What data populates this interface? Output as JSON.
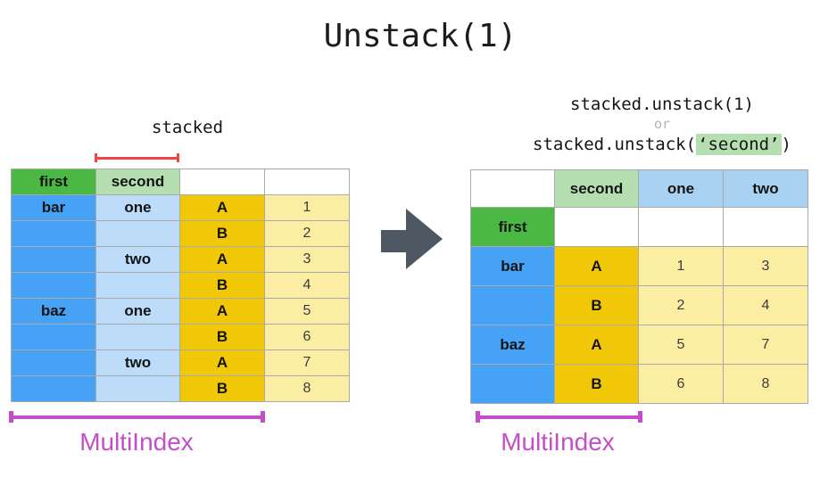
{
  "title": "Unstack(1)",
  "left_panel": {
    "series_label": "stacked",
    "table": {
      "header": [
        "first",
        "second",
        "",
        ""
      ],
      "rows": [
        [
          "bar",
          "one",
          "A",
          "1"
        ],
        [
          "",
          "",
          "B",
          "2"
        ],
        [
          "",
          "two",
          "A",
          "3"
        ],
        [
          "",
          "",
          "B",
          "4"
        ],
        [
          "baz",
          "one",
          "A",
          "5"
        ],
        [
          "",
          "",
          "B",
          "6"
        ],
        [
          "",
          "two",
          "A",
          "7"
        ],
        [
          "",
          "",
          "B",
          "8"
        ]
      ]
    },
    "index_label": "MultiIndex"
  },
  "right_panel": {
    "code": {
      "line1": "stacked.unstack(1)",
      "or": "or",
      "line2_prefix": "stacked.unstack(",
      "line2_highlight": "‘second’",
      "line2_suffix": ")"
    },
    "table": {
      "header": [
        "",
        "second",
        "one",
        "two"
      ],
      "rows": [
        [
          "first",
          "",
          "",
          ""
        ],
        [
          "bar",
          "A",
          "1",
          "3"
        ],
        [
          "",
          "B",
          "2",
          "4"
        ],
        [
          "baz",
          "A",
          "5",
          "7"
        ],
        [
          "",
          "B",
          "6",
          "8"
        ]
      ]
    },
    "index_label": "MultiIndex"
  },
  "colors": {
    "header_green": "#4ab843",
    "header_light_green": "#b6dfb1",
    "index_blue": "#46a2f4",
    "index_light_blue": "#bcdcfa",
    "column_light_blue": "#a9d2f2",
    "level_gold": "#f0c808",
    "value_light_yellow": "#fbeda2",
    "arrow_gray": "#4d5863",
    "bracket_red": "#f24444",
    "bracket_magenta": "#c44ec9",
    "highlight_border_gold": "#c9961a"
  }
}
